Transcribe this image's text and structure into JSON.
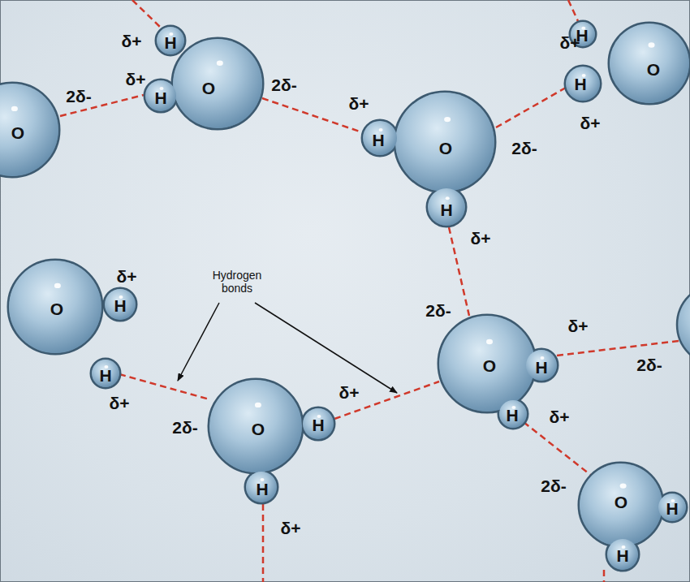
{
  "diagram": {
    "nodes": [
      {
        "text": [
          "O"
        ]
      },
      {
        "text": [
          "O",
          "H",
          "H"
        ]
      },
      {
        "text": [
          "O",
          "H",
          "H"
        ]
      },
      {
        "text": [
          "O",
          "H",
          "H"
        ]
      },
      {
        "text": [
          "O",
          "H",
          "H"
        ]
      },
      {
        "text": [
          "O",
          "H",
          "H"
        ]
      },
      {
        "text": [
          "O",
          "H",
          "H"
        ]
      },
      {
        "text": [
          "O",
          "H",
          "H"
        ]
      }
    ],
    "edges": [
      {
        "from": 0,
        "to": 1,
        "arrow": "none"
      },
      {
        "from": 1,
        "to": 2,
        "arrow": "none"
      },
      {
        "from": 2,
        "to": 3,
        "arrow": "none"
      },
      {
        "from": 2,
        "to": 6,
        "arrow": "none"
      },
      {
        "from": 4,
        "to": 5,
        "arrow": "none"
      },
      {
        "from": 5,
        "to": 6,
        "arrow": "none"
      },
      {
        "from": 6,
        "to": 7,
        "arrow": "none"
      }
    ],
    "labels": [
      "δ+",
      "δ+",
      "2δ-",
      "2δ-",
      "δ+",
      "δ+",
      "2δ-",
      "δ+",
      "δ+",
      "δ+",
      "Hydrogen bonds",
      "2δ-",
      "δ+",
      "2δ-",
      "δ+",
      "δ+",
      "2δ-",
      "δ+",
      "2δ-",
      "δ+"
    ]
  }
}
